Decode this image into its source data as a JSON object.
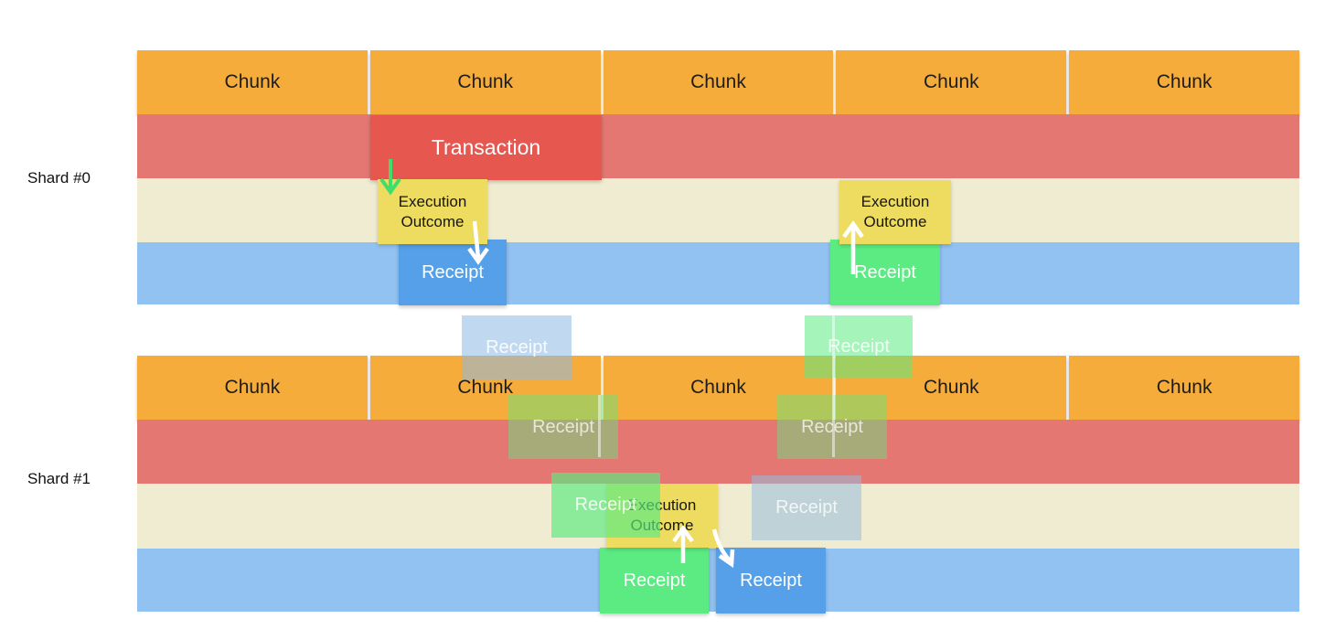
{
  "shard0": {
    "label": "Shard #0",
    "chunks": [
      "Chunk",
      "Chunk",
      "Chunk",
      "Chunk",
      "Chunk"
    ],
    "transaction": "Transaction",
    "outcome1": {
      "line1": "Execution",
      "line2": "Outcome"
    },
    "outcome2": {
      "line1": "Execution",
      "line2": "Outcome"
    },
    "receipt_blue": "Receipt",
    "receipt_green": "Receipt"
  },
  "transit": {
    "receipt_blue_faded": "Receipt",
    "receipt_green_faded": "Receipt"
  },
  "shard1": {
    "label": "Shard #1",
    "chunks": [
      "Chunk",
      "Chunk",
      "Chunk",
      "Chunk",
      "Chunk"
    ],
    "receipt_over_chunk_a": "Receipt",
    "receipt_over_chunk_b": "Receipt",
    "receipt_fading_green": "Receipt",
    "receipt_fading_blue": "Receipt",
    "outcome": {
      "line1": "Execution",
      "line2": "Outcome"
    },
    "receipt_green": "Receipt",
    "receipt_blue": "Receipt"
  },
  "colors": {
    "chunk_orange": "#F5AC3B",
    "row_red": "#E47772",
    "row_cream": "#F0ECD1",
    "row_blue": "#92C2F2",
    "transaction_red": "#E65750",
    "receipt_blue": "#55A0E8",
    "receipt_green": "#5BEB82",
    "outcome_yellow": "#EDDC5F",
    "arrow_green": "#3EDD6C",
    "arrow_white": "#FFFFFF"
  }
}
